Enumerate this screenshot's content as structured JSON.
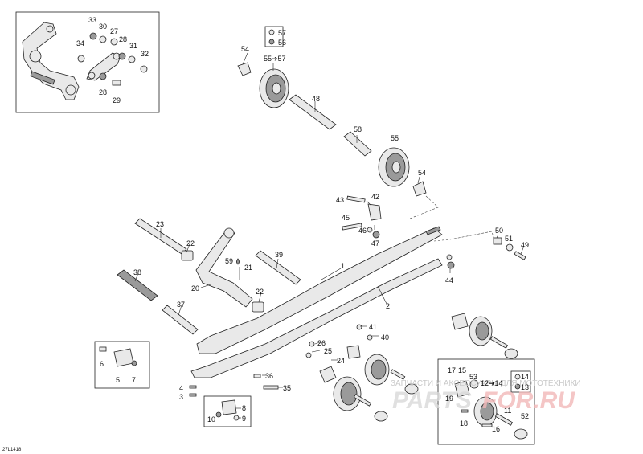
{
  "diagram_id": "27L1418",
  "watermark": {
    "caption": "ЗАПЧАСТИ И АКСЕССУАРЫ ДЛЯ МОТОТЕХНИКИ",
    "brand_part1": "PARTS",
    "brand_part2": "FOR.RU",
    "color_main": "#d9d9d9",
    "color_accent": "#f2b8b8"
  },
  "labels": {
    "p1": "1",
    "p2": "2",
    "p3": "3",
    "p4": "4",
    "p5": "5",
    "p6": "6",
    "p7": "7",
    "p8": "8",
    "p9": "9",
    "p10": "10",
    "p11": "11",
    "p12_14": "12➔14",
    "p13": "13",
    "p14": "14",
    "p15": "15",
    "p16": "16",
    "p17": "17",
    "p18": "18",
    "p19": "19",
    "p20": "20",
    "p21": "21",
    "p22a": "22",
    "p22b": "22",
    "p23": "23",
    "p24": "24",
    "p25": "25",
    "p26": "26",
    "p27": "27",
    "p28a": "28",
    "p28b": "28",
    "p29": "29",
    "p30": "30",
    "p31": "31",
    "p32": "32",
    "p33": "33",
    "p34": "34",
    "p35": "35",
    "p36": "36",
    "p37": "37",
    "p38": "38",
    "p39": "39",
    "p40": "40",
    "p41": "41",
    "p42": "42",
    "p43": "43",
    "p44": "44",
    "p45": "45",
    "p46": "46",
    "p47": "47",
    "p48": "48",
    "p49": "49",
    "p50": "50",
    "p51": "51",
    "p52": "52",
    "p53": "53",
    "p54a": "54",
    "p54b": "54",
    "p55": "55",
    "p55_57": "55➔57",
    "p56": "56",
    "p57": "57",
    "p58": "58",
    "p59": "59"
  }
}
